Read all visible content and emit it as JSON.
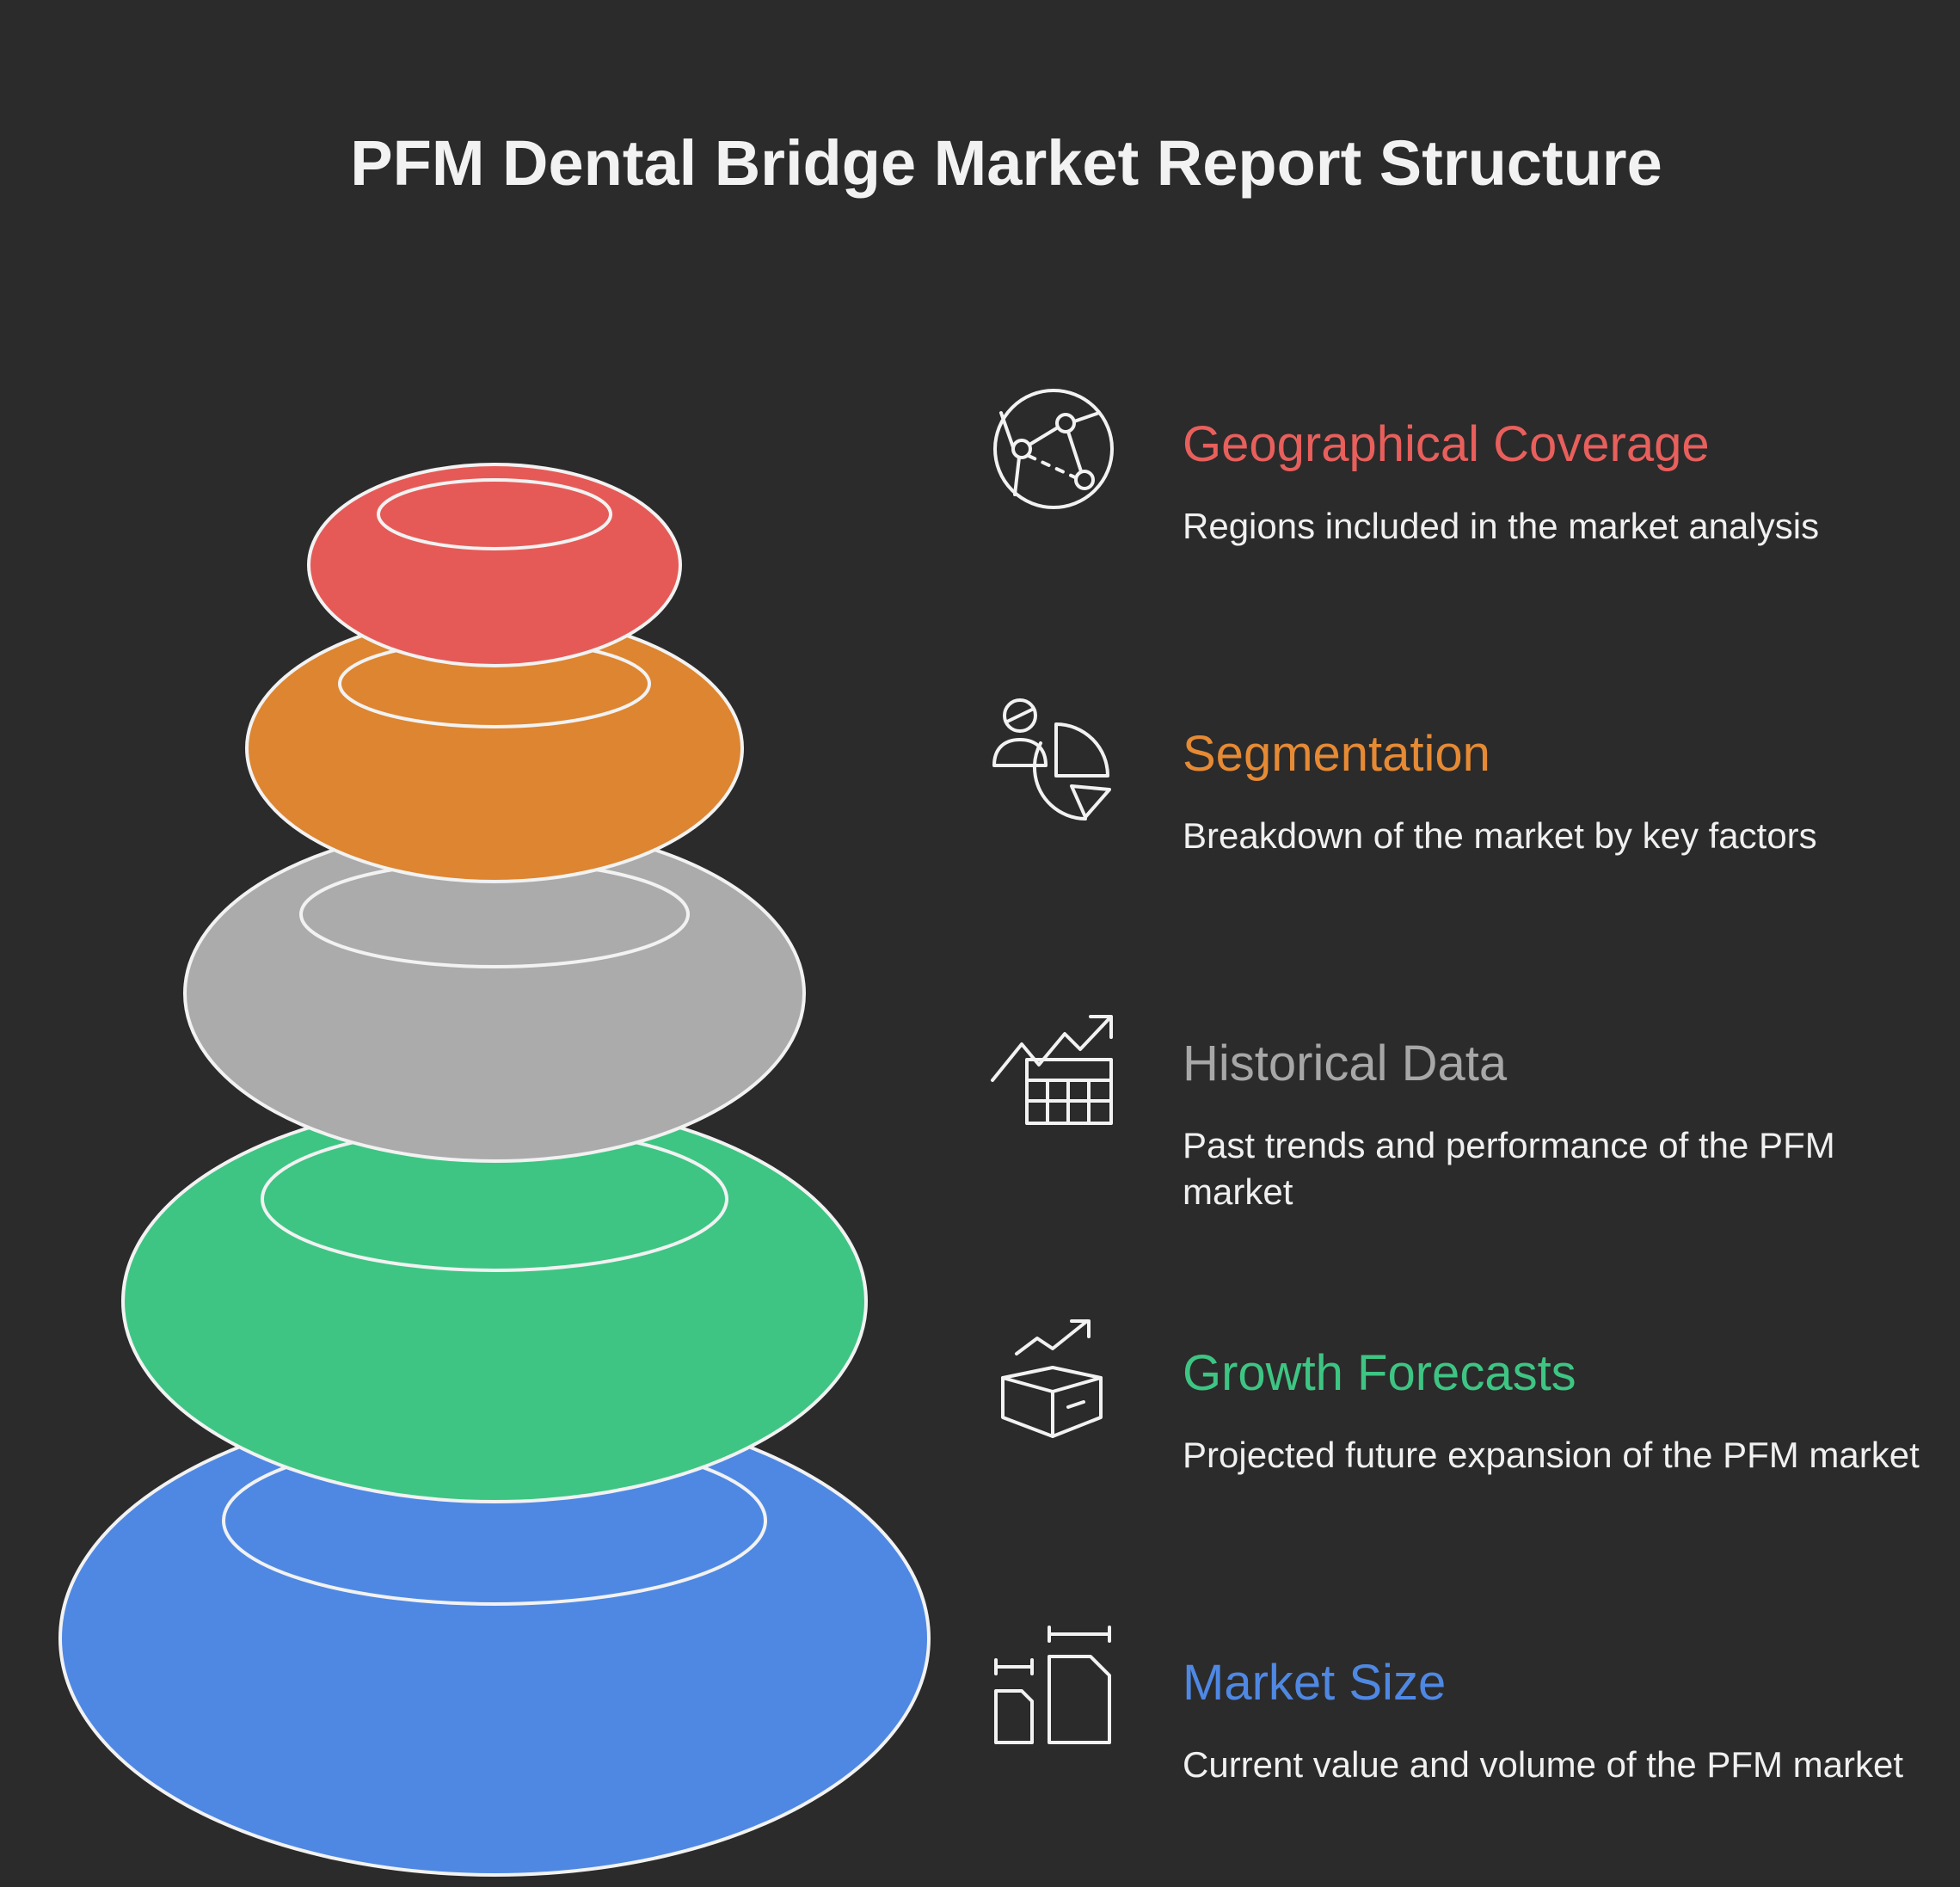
{
  "title": "PFM Dental Bridge Market Report Structure",
  "layers": [
    {
      "key": "geographical",
      "color": "#e55a57"
    },
    {
      "key": "segmentation",
      "color": "#dd8531"
    },
    {
      "key": "historical",
      "color": "#ababab"
    },
    {
      "key": "growth",
      "color": "#3ec583"
    },
    {
      "key": "market_size",
      "color": "#4f88e3"
    }
  ],
  "items": [
    {
      "heading": "Geographical Coverage",
      "description": "Regions included in the market analysis",
      "color": "#e85f5c",
      "icon": "globe-network-icon"
    },
    {
      "heading": "Segmentation",
      "description": "Breakdown of the market by key factors",
      "color": "#e68a34",
      "icon": "person-pie-chart-icon"
    },
    {
      "heading": "Historical Data",
      "description": "Past trends and performance of the PFM market",
      "color": "#a7a7a7",
      "icon": "trend-table-icon"
    },
    {
      "heading": "Growth Forecasts",
      "description": "Projected future expansion of the PFM market",
      "color": "#3ec583",
      "icon": "box-growth-icon"
    },
    {
      "heading": "Market Size",
      "description": "Current value and volume of the PFM market",
      "color": "#4f88e3",
      "icon": "size-comparison-icon"
    }
  ]
}
